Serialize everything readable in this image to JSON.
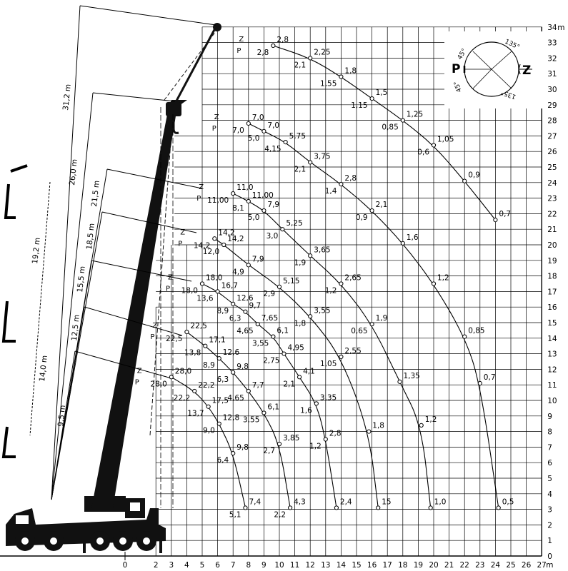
{
  "chart_data": {
    "type": "line",
    "title": "",
    "xlabel": "m",
    "ylabel": "m",
    "x_unit": "m",
    "y_unit": "m",
    "xlim": [
      0,
      27
    ],
    "ylim": [
      0,
      34
    ],
    "x_ticks": [
      0,
      2,
      3,
      4,
      5,
      6,
      7,
      8,
      9,
      10,
      11,
      12,
      13,
      14,
      15,
      16,
      17,
      18,
      19,
      20,
      21,
      22,
      23,
      24,
      25,
      26,
      27
    ],
    "y_ticks": [
      0,
      1,
      2,
      3,
      4,
      5,
      6,
      7,
      8,
      9,
      10,
      11,
      12,
      13,
      14,
      15,
      16,
      17,
      18,
      19,
      20,
      21,
      22,
      23,
      24,
      25,
      26,
      27,
      28,
      29,
      30,
      31,
      32,
      33,
      34
    ],
    "grid": true,
    "boom_lengths": [
      "9,5 m",
      "12,5 m",
      "15,5 m",
      "18,5 m",
      "21,5 m",
      "26,0 m",
      "31,2 m"
    ],
    "reach_dimensions": [
      "14,0 m",
      "19,2 m"
    ],
    "curve_markers": [
      "Z",
      "P"
    ],
    "series": [
      {
        "name": "9,5 m",
        "points": [
          {
            "x": 3,
            "y": 11.5,
            "z": "28,0",
            "p": "28,0"
          },
          {
            "x": 4.5,
            "y": 10.6,
            "z": "22,2",
            "p": "22,2"
          },
          {
            "x": 5.4,
            "y": 9.6,
            "z": "17,5",
            "p": "13,7"
          },
          {
            "x": 6.1,
            "y": 8.5,
            "z": "12,8",
            "p": "9,0"
          },
          {
            "x": 7,
            "y": 6.6,
            "z": "9,8",
            "p": "6,4"
          },
          {
            "x": 7.8,
            "y": 3.1,
            "z": "7,4",
            "p": "5,1"
          }
        ]
      },
      {
        "name": "12,5 m",
        "points": [
          {
            "x": 4,
            "y": 14.4,
            "z": "22,5",
            "p": "22,5"
          },
          {
            "x": 5.2,
            "y": 13.5,
            "z": "17,1",
            "p": "13,8"
          },
          {
            "x": 6.1,
            "y": 12.7,
            "z": "12,6",
            "p": "8,9"
          },
          {
            "x": 7,
            "y": 11.8,
            "z": "9,8",
            "p": "6,3"
          },
          {
            "x": 8,
            "y": 10.6,
            "z": "7,7",
            "p": "4,65"
          },
          {
            "x": 9,
            "y": 9.2,
            "z": "6,1",
            "p": "3,55"
          },
          {
            "x": 10,
            "y": 7.2,
            "z": "3,85",
            "p": "2,7"
          },
          {
            "x": 10.7,
            "y": 3.1,
            "z": "4,3",
            "p": "2,2"
          }
        ]
      },
      {
        "name": "15,5 m",
        "points": [
          {
            "x": 5,
            "y": 17.5,
            "z": "18,0",
            "p": "18,0"
          },
          {
            "x": 6,
            "y": 17,
            "z": "16,7",
            "p": "13,6"
          },
          {
            "x": 7,
            "y": 16.2,
            "z": "12,6",
            "p": "8,9"
          },
          {
            "x": 7.8,
            "y": 15.7,
            "z": "9,7",
            "p": "6,3"
          },
          {
            "x": 8.6,
            "y": 14.9,
            "z": "7,65",
            "p": "4,65"
          },
          {
            "x": 9.6,
            "y": 14.1,
            "z": "6,1",
            "p": "3,55"
          },
          {
            "x": 10.3,
            "y": 13,
            "z": "4,95",
            "p": "2,75"
          },
          {
            "x": 11.3,
            "y": 11.5,
            "z": "4,1",
            "p": "2,1"
          },
          {
            "x": 12.4,
            "y": 9.8,
            "z": "3,35",
            "p": "1,6"
          },
          {
            "x": 13,
            "y": 7.5,
            "z": "2,8",
            "p": "1,2"
          },
          {
            "x": 13.7,
            "y": 3.1,
            "z": "2,4",
            "p": ""
          }
        ]
      },
      {
        "name": "18,5 m",
        "points": [
          {
            "x": 5.8,
            "y": 20.4,
            "z": "14,2",
            "p": "14,2"
          },
          {
            "x": 6.4,
            "y": 20,
            "z": "14,2",
            "p": "12,0"
          },
          {
            "x": 8,
            "y": 18.7,
            "z": "7,9",
            "p": "4,9"
          },
          {
            "x": 10,
            "y": 17.3,
            "z": "5,15",
            "p": "2,9"
          },
          {
            "x": 12,
            "y": 15.4,
            "z": "3,55",
            "p": "1,8"
          },
          {
            "x": 14,
            "y": 12.8,
            "z": "2,55",
            "p": "1,05"
          },
          {
            "x": 15.8,
            "y": 8,
            "z": "1,8",
            "p": ""
          },
          {
            "x": 16.4,
            "y": 3.1,
            "z": "15",
            "p": ""
          }
        ]
      },
      {
        "name": "21,5 m",
        "points": [
          {
            "x": 7,
            "y": 23.3,
            "z": "11,0",
            "p": "11,00"
          },
          {
            "x": 8,
            "y": 22.8,
            "z": "11,00",
            "p": "8,1"
          },
          {
            "x": 9,
            "y": 22.2,
            "z": "7,9",
            "p": "5,0"
          },
          {
            "x": 10.2,
            "y": 21,
            "z": "5,25",
            "p": "3,0"
          },
          {
            "x": 12,
            "y": 19.3,
            "z": "3,65",
            "p": "1,9"
          },
          {
            "x": 14,
            "y": 17.5,
            "z": "2,65",
            "p": "1,2"
          },
          {
            "x": 16,
            "y": 14.9,
            "z": "1,9",
            "p": "0,65"
          },
          {
            "x": 17.8,
            "y": 11.2,
            "z": "1,35",
            "p": ""
          },
          {
            "x": 19.2,
            "y": 8.4,
            "z": "1,2",
            "p": ""
          },
          {
            "x": 19.8,
            "y": 3.1,
            "z": "1,0",
            "p": ""
          }
        ]
      },
      {
        "name": "26,0 m",
        "points": [
          {
            "x": 8,
            "y": 27.8,
            "z": "7,0",
            "p": "7,0"
          },
          {
            "x": 9,
            "y": 27.3,
            "z": "7,0",
            "p": "5,0"
          },
          {
            "x": 10.4,
            "y": 26.6,
            "z": "5,75",
            "p": "4,15"
          },
          {
            "x": 12,
            "y": 25.3,
            "z": "3,75",
            "p": "2,1"
          },
          {
            "x": 14,
            "y": 23.9,
            "z": "2,8",
            "p": "1,4"
          },
          {
            "x": 16,
            "y": 22.2,
            "z": "2,1",
            "p": "0,9"
          },
          {
            "x": 18,
            "y": 20.1,
            "z": "1,6",
            "p": ""
          },
          {
            "x": 20,
            "y": 17.5,
            "z": "1,2",
            "p": ""
          },
          {
            "x": 22,
            "y": 14.1,
            "z": "0,85",
            "p": ""
          },
          {
            "x": 23,
            "y": 11.1,
            "z": "0,7",
            "p": ""
          },
          {
            "x": 24.2,
            "y": 3.1,
            "z": "0,5",
            "p": ""
          }
        ]
      },
      {
        "name": "31,2 m",
        "points": [
          {
            "x": 9.6,
            "y": 32.8,
            "z": "2,8",
            "p": "2,8"
          },
          {
            "x": 12,
            "y": 32,
            "z": "2,25",
            "p": "2,1"
          },
          {
            "x": 14,
            "y": 30.8,
            "z": "1,8",
            "p": "1,55"
          },
          {
            "x": 16,
            "y": 29.4,
            "z": "1,5",
            "p": "1,15"
          },
          {
            "x": 18,
            "y": 28,
            "z": "1,25",
            "p": "0,85"
          },
          {
            "x": 20,
            "y": 26.4,
            "z": "1,05",
            "p": "0,6"
          },
          {
            "x": 22,
            "y": 24.1,
            "z": "0,9",
            "p": ""
          },
          {
            "x": 24,
            "y": 21.6,
            "z": "0,7",
            "p": ""
          }
        ]
      }
    ],
    "slew_diagram": {
      "markers": [
        "P",
        "Z"
      ],
      "angles": [
        "135°",
        "45°",
        "45°",
        "135°"
      ]
    }
  }
}
